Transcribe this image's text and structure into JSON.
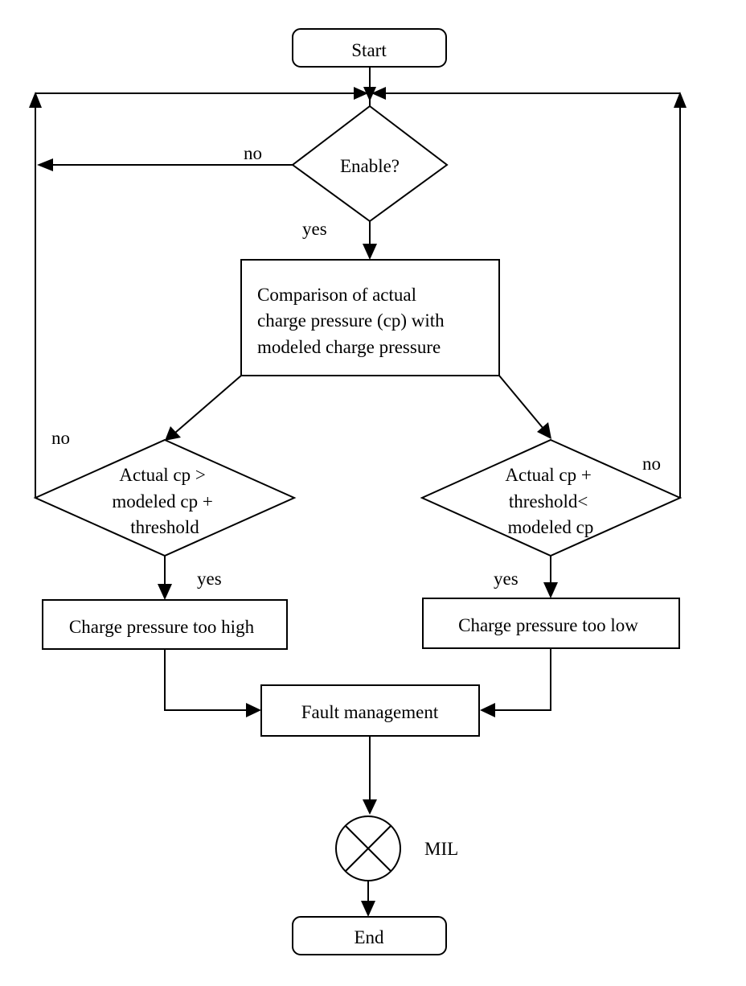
{
  "nodes": {
    "start": "Start",
    "enable": "Enable?",
    "comparison": [
      "Comparison of actual",
      "charge pressure (cp) with",
      "modeled charge pressure"
    ],
    "high_check": [
      "Actual cp >",
      "modeled cp +",
      "threshold"
    ],
    "low_check": [
      "Actual cp +",
      "threshold<",
      "modeled cp"
    ],
    "too_high": "Charge pressure too high",
    "too_low": "Charge pressure too low",
    "fault": "Fault management",
    "mil": "MIL",
    "end": "End"
  },
  "edge_labels": {
    "enable_no": "no",
    "enable_yes": "yes",
    "high_no": "no",
    "high_yes": "yes",
    "low_no": "no",
    "low_yes": "yes"
  }
}
